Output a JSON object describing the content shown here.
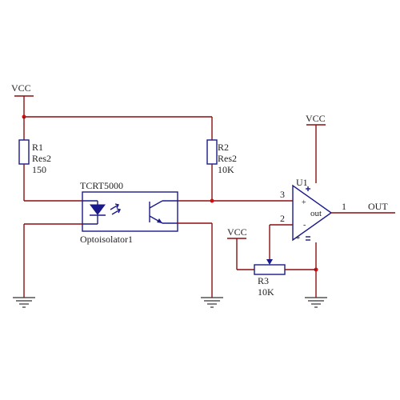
{
  "labels": {
    "vcc_left": "VCC",
    "vcc_right": "VCC",
    "vcc_pot": "VCC",
    "r1_ref": "R1",
    "r1_type": "Res2",
    "r1_value": "150",
    "r2_ref": "R2",
    "r2_type": "Res2",
    "r2_value": "10K",
    "opto_part": "TCRT5000",
    "opto_ref": "Optoisolator1",
    "u1_ref": "U1",
    "u1_plus": "+",
    "u1_out": "out",
    "u1_minus": "-",
    "u1_star": "*",
    "pin_3": "3",
    "pin_2": "2",
    "pin_1": "1",
    "net_out": "OUT",
    "r3_ref": "R3",
    "r3_value": "10K"
  },
  "colors": {
    "wire": "#8c0f10",
    "component": "#1a1a8a",
    "junction": "#d01010"
  }
}
